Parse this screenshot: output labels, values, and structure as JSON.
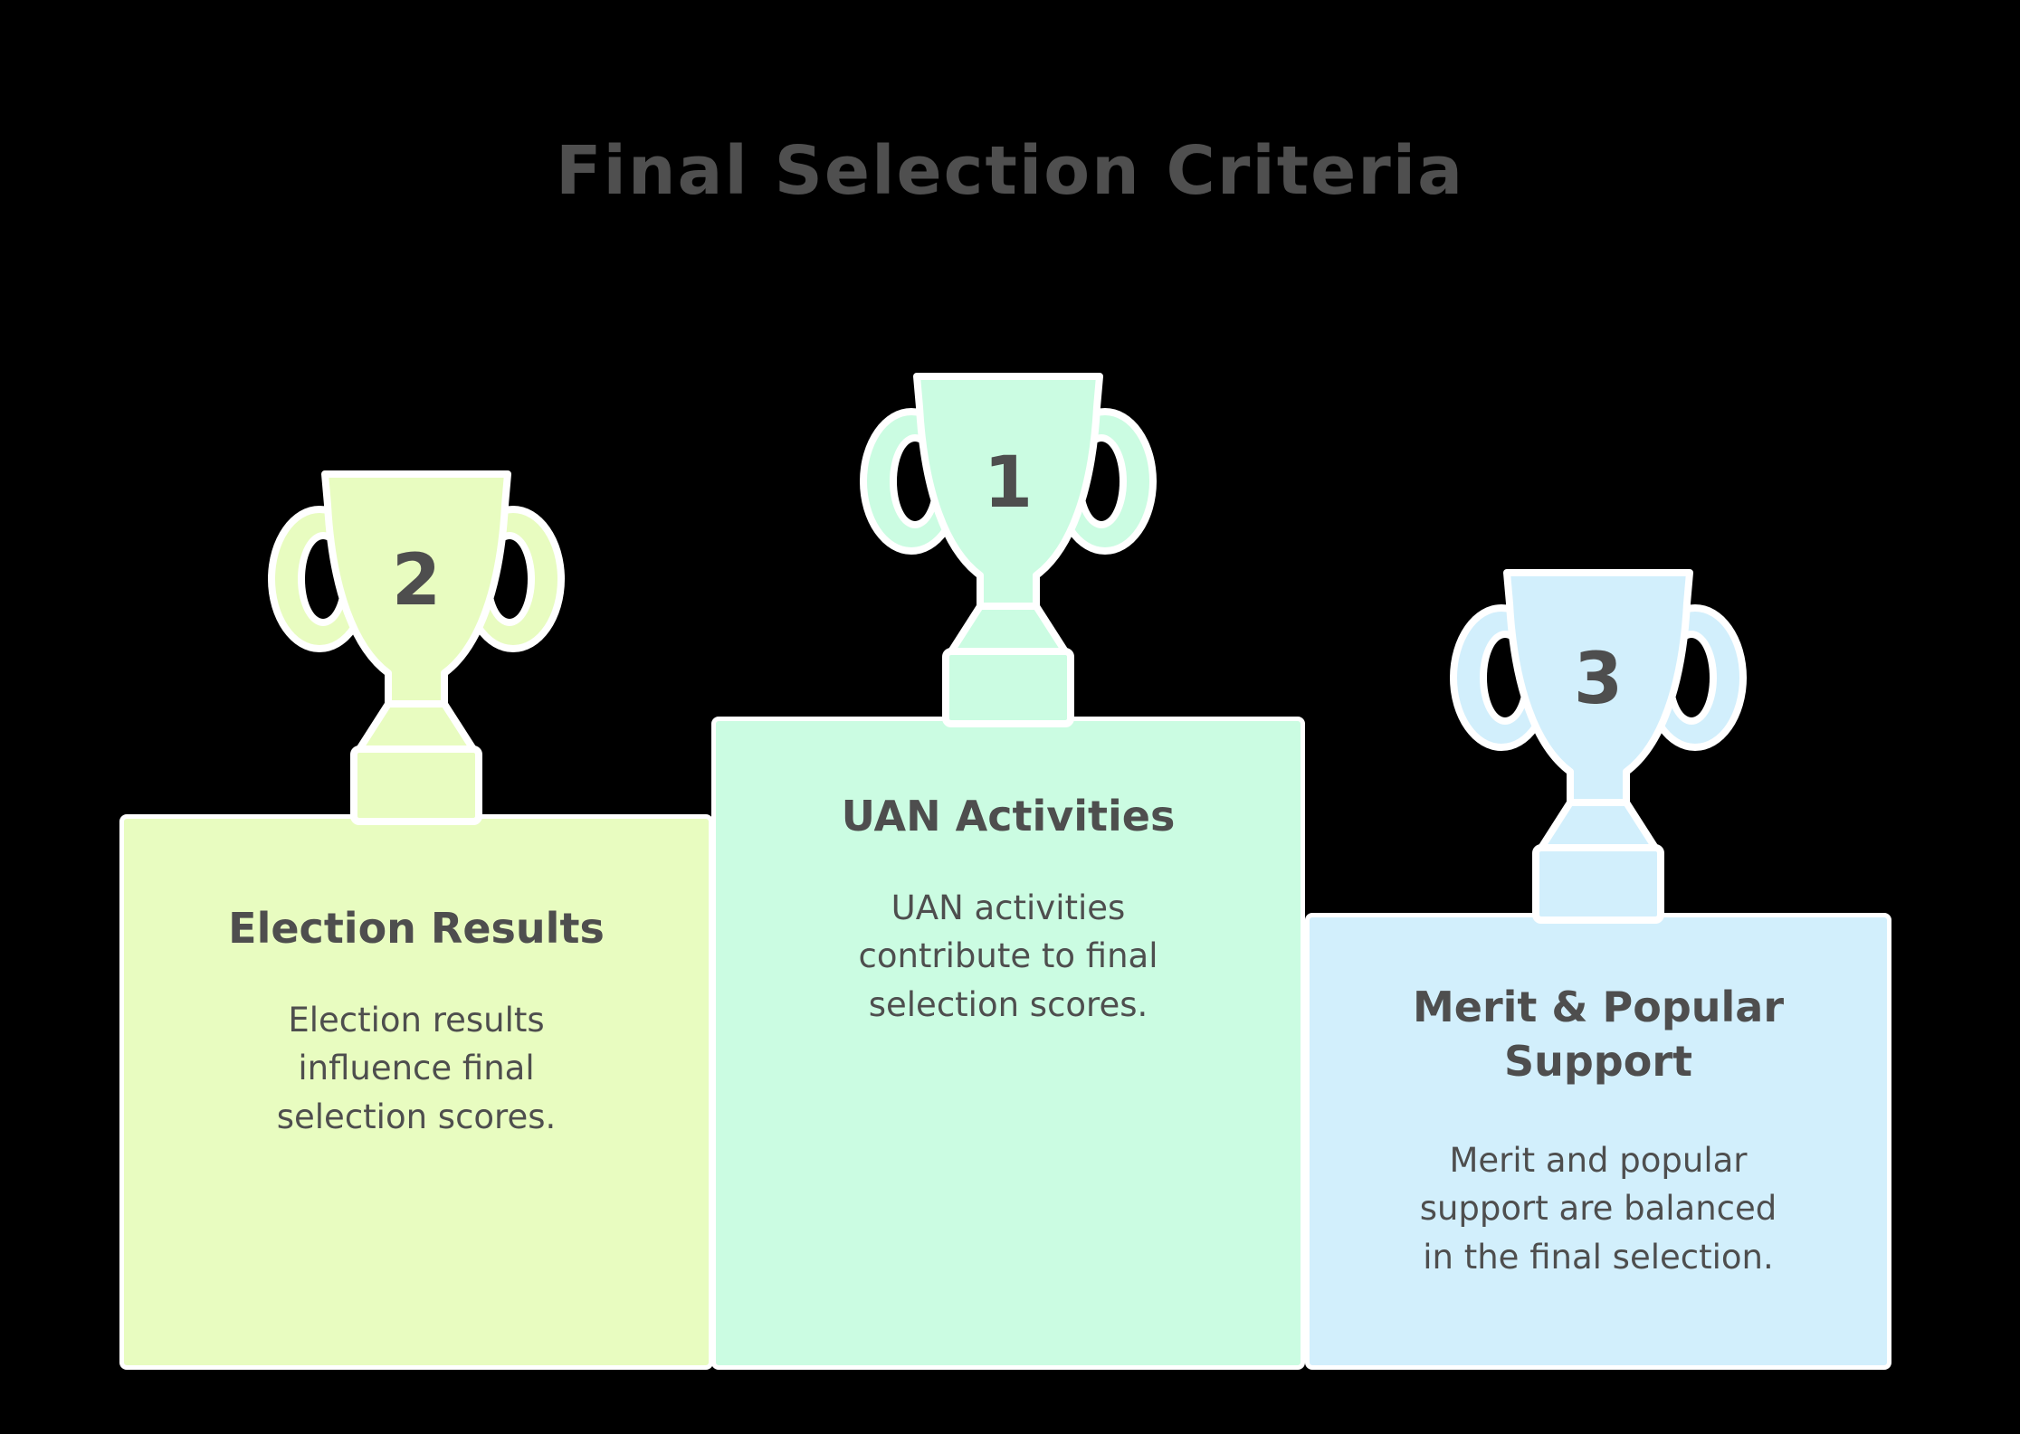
{
  "title": "Final Selection Criteria",
  "colors": {
    "background": "#000000",
    "outline": "#ffffff",
    "title_text": "#4f4f4f",
    "text": "#4e4e4e",
    "first": "#cbfce2",
    "second": "#e8fcc0",
    "third": "#d2effc"
  },
  "podiums": [
    {
      "rank": "2",
      "place": "second",
      "name": "Election Results",
      "description": "Election results\ninfluence final\nselection scores."
    },
    {
      "rank": "1",
      "place": "first",
      "name": "UAN Activities",
      "description": "UAN activities\ncontribute to final\nselection scores."
    },
    {
      "rank": "3",
      "place": "third",
      "name": "Merit & Popular\nSupport",
      "description": "Merit and popular\nsupport are balanced\nin the final selection."
    }
  ]
}
